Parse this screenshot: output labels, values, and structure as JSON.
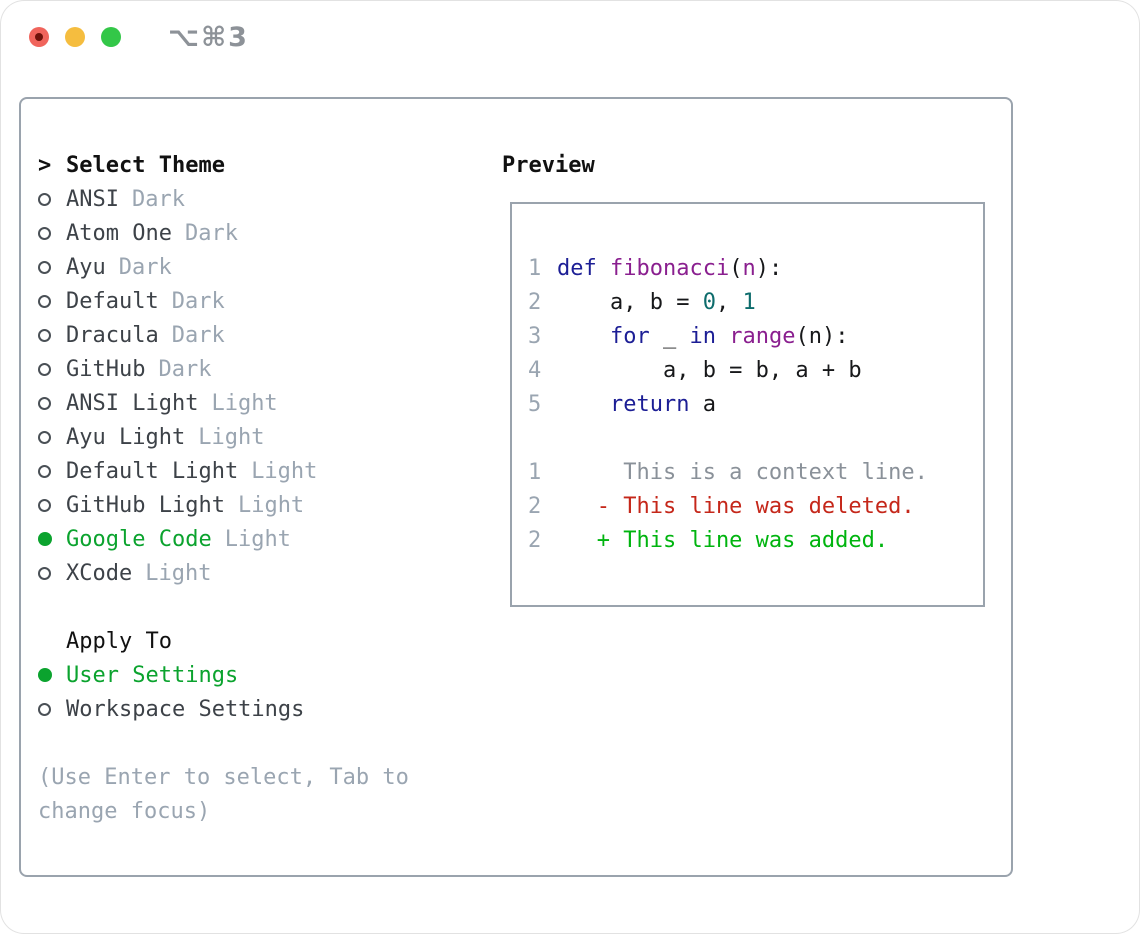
{
  "window": {
    "title": "⌥⌘3",
    "traffic_lights": [
      {
        "name": "close-light",
        "color": "#f0645c",
        "dot_color": "#6e120b"
      },
      {
        "name": "minimize-light",
        "color": "#f5bd3f",
        "dot_color": null
      },
      {
        "name": "zoom-light",
        "color": "#33c748",
        "dot_color": null
      }
    ]
  },
  "theme_list": {
    "header": {
      "prompt": ">",
      "label": "Select Theme"
    },
    "items": [
      {
        "name": "ANSI",
        "variant": "Dark",
        "selected": false
      },
      {
        "name": "Atom One",
        "variant": "Dark",
        "selected": false
      },
      {
        "name": "Ayu",
        "variant": "Dark",
        "selected": false
      },
      {
        "name": "Default",
        "variant": "Dark",
        "selected": false
      },
      {
        "name": "Dracula",
        "variant": "Dark",
        "selected": false
      },
      {
        "name": "GitHub",
        "variant": "Dark",
        "selected": false
      },
      {
        "name": "ANSI Light",
        "variant": "Light",
        "selected": false
      },
      {
        "name": "Ayu Light",
        "variant": "Light",
        "selected": false
      },
      {
        "name": "Default Light",
        "variant": "Light",
        "selected": false
      },
      {
        "name": "GitHub Light",
        "variant": "Light",
        "selected": false
      },
      {
        "name": "Google Code",
        "variant": "Light",
        "selected": true
      },
      {
        "name": "XCode",
        "variant": "Light",
        "selected": false
      }
    ]
  },
  "apply_to": {
    "label": "Apply To",
    "options": [
      {
        "label": "User Settings",
        "selected": true
      },
      {
        "label": "Workspace Settings",
        "selected": false
      }
    ]
  },
  "hint": {
    "line1": "(Use Enter to select, Tab to",
    "line2": "change focus)"
  },
  "preview": {
    "label": "Preview",
    "code_lines": [
      {
        "num": "1",
        "tokens": [
          {
            "t": "def",
            "c": "kw"
          },
          {
            "t": " ",
            "c": "pl"
          },
          {
            "t": "fibonacci",
            "c": "fn"
          },
          {
            "t": "(",
            "c": "pl"
          },
          {
            "t": "n",
            "c": "fn"
          },
          {
            "t": "):",
            "c": "pl"
          }
        ]
      },
      {
        "num": "2",
        "tokens": [
          {
            "t": "    a, b = ",
            "c": "pl"
          },
          {
            "t": "0",
            "c": "num"
          },
          {
            "t": ", ",
            "c": "pl"
          },
          {
            "t": "1",
            "c": "num"
          }
        ]
      },
      {
        "num": "3",
        "tokens": [
          {
            "t": "    ",
            "c": "pl"
          },
          {
            "t": "for",
            "c": "kw"
          },
          {
            "t": " _ ",
            "c": "pl"
          },
          {
            "t": "in",
            "c": "kw"
          },
          {
            "t": " ",
            "c": "pl"
          },
          {
            "t": "range",
            "c": "fn"
          },
          {
            "t": "(n):",
            "c": "pl"
          }
        ]
      },
      {
        "num": "4",
        "tokens": [
          {
            "t": "        a, b = b, a + b",
            "c": "pl"
          }
        ]
      },
      {
        "num": "5",
        "tokens": [
          {
            "t": "    ",
            "c": "pl"
          },
          {
            "t": "return",
            "c": "kw"
          },
          {
            "t": " a",
            "c": "pl"
          }
        ]
      },
      {
        "num": "",
        "tokens": []
      },
      {
        "num": "1",
        "tokens": [
          {
            "t": "     This is a context line.",
            "c": "ctx"
          }
        ]
      },
      {
        "num": "2",
        "tokens": [
          {
            "t": "   - This line was deleted.",
            "c": "del"
          }
        ]
      },
      {
        "num": "2",
        "tokens": [
          {
            "t": "   + This line was added.",
            "c": "add"
          }
        ]
      }
    ]
  },
  "colors": {
    "selected_green": "#0ba32e",
    "item_text": "#3d4248",
    "muted_gray": "#9aa5b1",
    "border_gray": "#9aa3ad",
    "keyword_navy": "#1c1e95",
    "function_purple": "#8a1f8f",
    "number_teal": "#0d6c6c",
    "plain_code": "#17181a",
    "context_gray": "#8a9199",
    "deleted_red": "#c5271a",
    "added_green": "#00b40f",
    "title_gray": "#8d9298"
  }
}
